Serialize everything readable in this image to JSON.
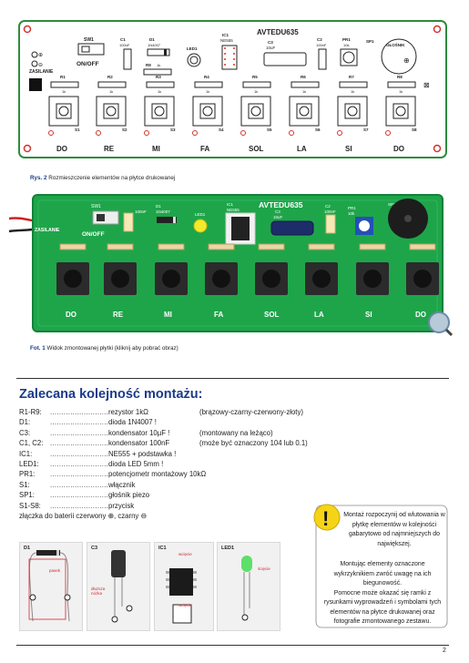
{
  "diagram": {
    "board_title": "AVTEDU635",
    "supply_label": "ZASILANIE",
    "switch_label": "ON/OFF",
    "components": {
      "sw1": "SW1",
      "c1": "C1",
      "c1_val": "100nF",
      "d1": "D1",
      "d1_val": "1N4007",
      "r9": "R9",
      "r9_val": "1k",
      "led1": "LED1",
      "ic1": "IC1",
      "ic1_val": "NE555",
      "c3": "C3",
      "c3_val": "10uF",
      "c2": "C2",
      "c2_val": "100nF",
      "pr1": "PR1",
      "pr1_val": "10k",
      "sp1": "SP1",
      "sp1_val": "GŁOŚNIK"
    },
    "resistors": [
      "R1",
      "R2",
      "R3",
      "R4",
      "R5",
      "R6",
      "R7",
      "R8"
    ],
    "resistor_value": "1k",
    "switches": [
      "S1",
      "S2",
      "S3",
      "S4",
      "S5",
      "S6",
      "S7",
      "S8"
    ],
    "notes": [
      "DO",
      "RE",
      "MI",
      "FA",
      "SOL",
      "LA",
      "SI",
      "DO"
    ],
    "colors": {
      "pcb": "#ffffff",
      "pcb_border": "#2e8b3e",
      "pad": "#d1342f",
      "silk": "#222222"
    }
  },
  "caption1": {
    "prefix": "Rys. 2",
    "text": " Rozmieszczenie elementów na płytce drukowanej"
  },
  "photo": {
    "board_title": "AVTEDU635",
    "supply_label": "ZASILANIE",
    "switch_label": "ON/OFF",
    "labels_top": [
      "SW1",
      "100nF",
      "D1",
      "1N4007",
      "LED1",
      "IC1",
      "NE555",
      "C3",
      "10uF",
      "C2",
      "100nF",
      "PR1",
      "10k",
      "SP1"
    ],
    "notes": [
      "DO",
      "RE",
      "MI",
      "FA",
      "SOL",
      "LA",
      "SI",
      "DO"
    ],
    "zoom_label": "ZOOM",
    "colors": {
      "pcb": "#1ea54a",
      "pcb_dark": "#13813a",
      "button": "#2b2b2b"
    }
  },
  "caption2": {
    "prefix": "Fot. 1",
    "text": " Widok zmontowanej płytki (kliknij aby pobrać obraz)"
  },
  "heading": "Zalecana kolejność montażu:",
  "parts": [
    {
      "ref": "R1-R9:",
      "desc": "rezystor 1kΩ",
      "note": "(brązowy-czarny-czerwony-złoty)"
    },
    {
      "ref": "D1:",
      "desc": "dioda 1N4007 !",
      "note": ""
    },
    {
      "ref": "C3:",
      "desc": "kondensator 10µF !",
      "note": "(montowany na leżąco)"
    },
    {
      "ref": "C1, C2:",
      "desc": "kondensator 100nF",
      "note": "(może być oznaczony 104 lub 0.1)"
    },
    {
      "ref": "IC1:",
      "desc": "NE555 + podstawka !",
      "note": ""
    },
    {
      "ref": "LED1:",
      "desc": "dioda LED 5mm !",
      "note": ""
    },
    {
      "ref": "PR1:",
      "desc": "potencjometr montażowy 10kΩ",
      "note": ""
    },
    {
      "ref": "S1:",
      "desc": "włącznik",
      "note": ""
    },
    {
      "ref": "SP1:",
      "desc": "głośnik piezo",
      "note": ""
    },
    {
      "ref": "S1-S8:",
      "desc": "przycisk",
      "note": ""
    }
  ],
  "dots": "...............................................",
  "battery_line": "złączka do baterii czerwony ⊕, czarny ⊖",
  "notice": {
    "p1": "Montaż rozpoczynij od wlutowania w płytkę elementów w kolejności gabarytowo od najmniejszych do największej.",
    "p2": "Montując elementy oznaczone wykrzyknikiem zwróć uwagę na ich biegunowość.",
    "p3": "Pomocne może okazać się ramki z rysunkami wyprowadzeń i symbolami tych elementów na płytce drukowanej oraz fotografie zmontowanego zestawu."
  },
  "thumbs": {
    "d1_label": "D1",
    "d1_tag": "pasek",
    "c3_label": "C3",
    "c3_tag": "dłuższa nóżka",
    "ic1_label": "IC1",
    "ic1_tag_top": "wcięcie",
    "ic1_tag_bottom": "wcięcie",
    "led1_label": "LED1",
    "led1_tag": "ścięcie"
  },
  "page_number": "2"
}
